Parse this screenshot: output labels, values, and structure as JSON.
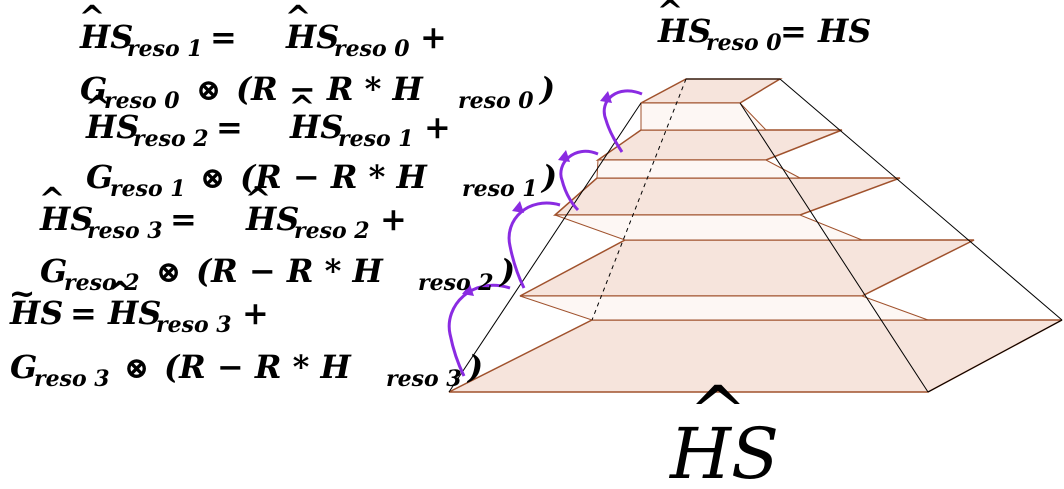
{
  "top_label": {
    "base": "HS",
    "hat": "^",
    "sub": "reso 0",
    "rhs": "= HS"
  },
  "equations": [
    {
      "line1": {
        "lhs": "HS",
        "lhs_sub": "reso 1",
        "rhs": "HS",
        "rhs_sub": "reso 0",
        "plus": "+"
      },
      "line2": {
        "g": "G",
        "g_sub": "reso 0",
        "expr": "(R − R * H",
        "h_sub": "reso 0",
        "close": ")"
      }
    },
    {
      "line1": {
        "lhs": "HS",
        "lhs_sub": "reso 2",
        "rhs": "HS",
        "rhs_sub": "reso 1",
        "plus": "+"
      },
      "line2": {
        "g": "G",
        "g_sub": "reso 1",
        "expr": "(R − R * H",
        "h_sub": "reso 1",
        "close": ")"
      }
    },
    {
      "line1": {
        "lhs": "HS",
        "lhs_sub": "reso 3",
        "rhs": "HS",
        "rhs_sub": "reso 2",
        "plus": "+"
      },
      "line2": {
        "g": "G",
        "g_sub": "reso 2",
        "expr": "(R − R * H",
        "h_sub": "reso 2",
        "close": ")"
      }
    },
    {
      "line1": {
        "lhs": "HS",
        "lhs_tilde": "~",
        "rhs": "HS",
        "rhs_sub": "reso 3",
        "plus": "+"
      },
      "line2": {
        "g": "G",
        "g_sub": "reso 3",
        "expr": "(R − R * H",
        "h_sub": "reso 3",
        "close": ")"
      }
    }
  ],
  "bottom_label": {
    "base": "HS",
    "hat": "^"
  },
  "colors": {
    "tier_fill": "#f6e4dc",
    "tier_edge": "#a0522d",
    "arrow": "#8a2be2",
    "ink": "#000000"
  }
}
